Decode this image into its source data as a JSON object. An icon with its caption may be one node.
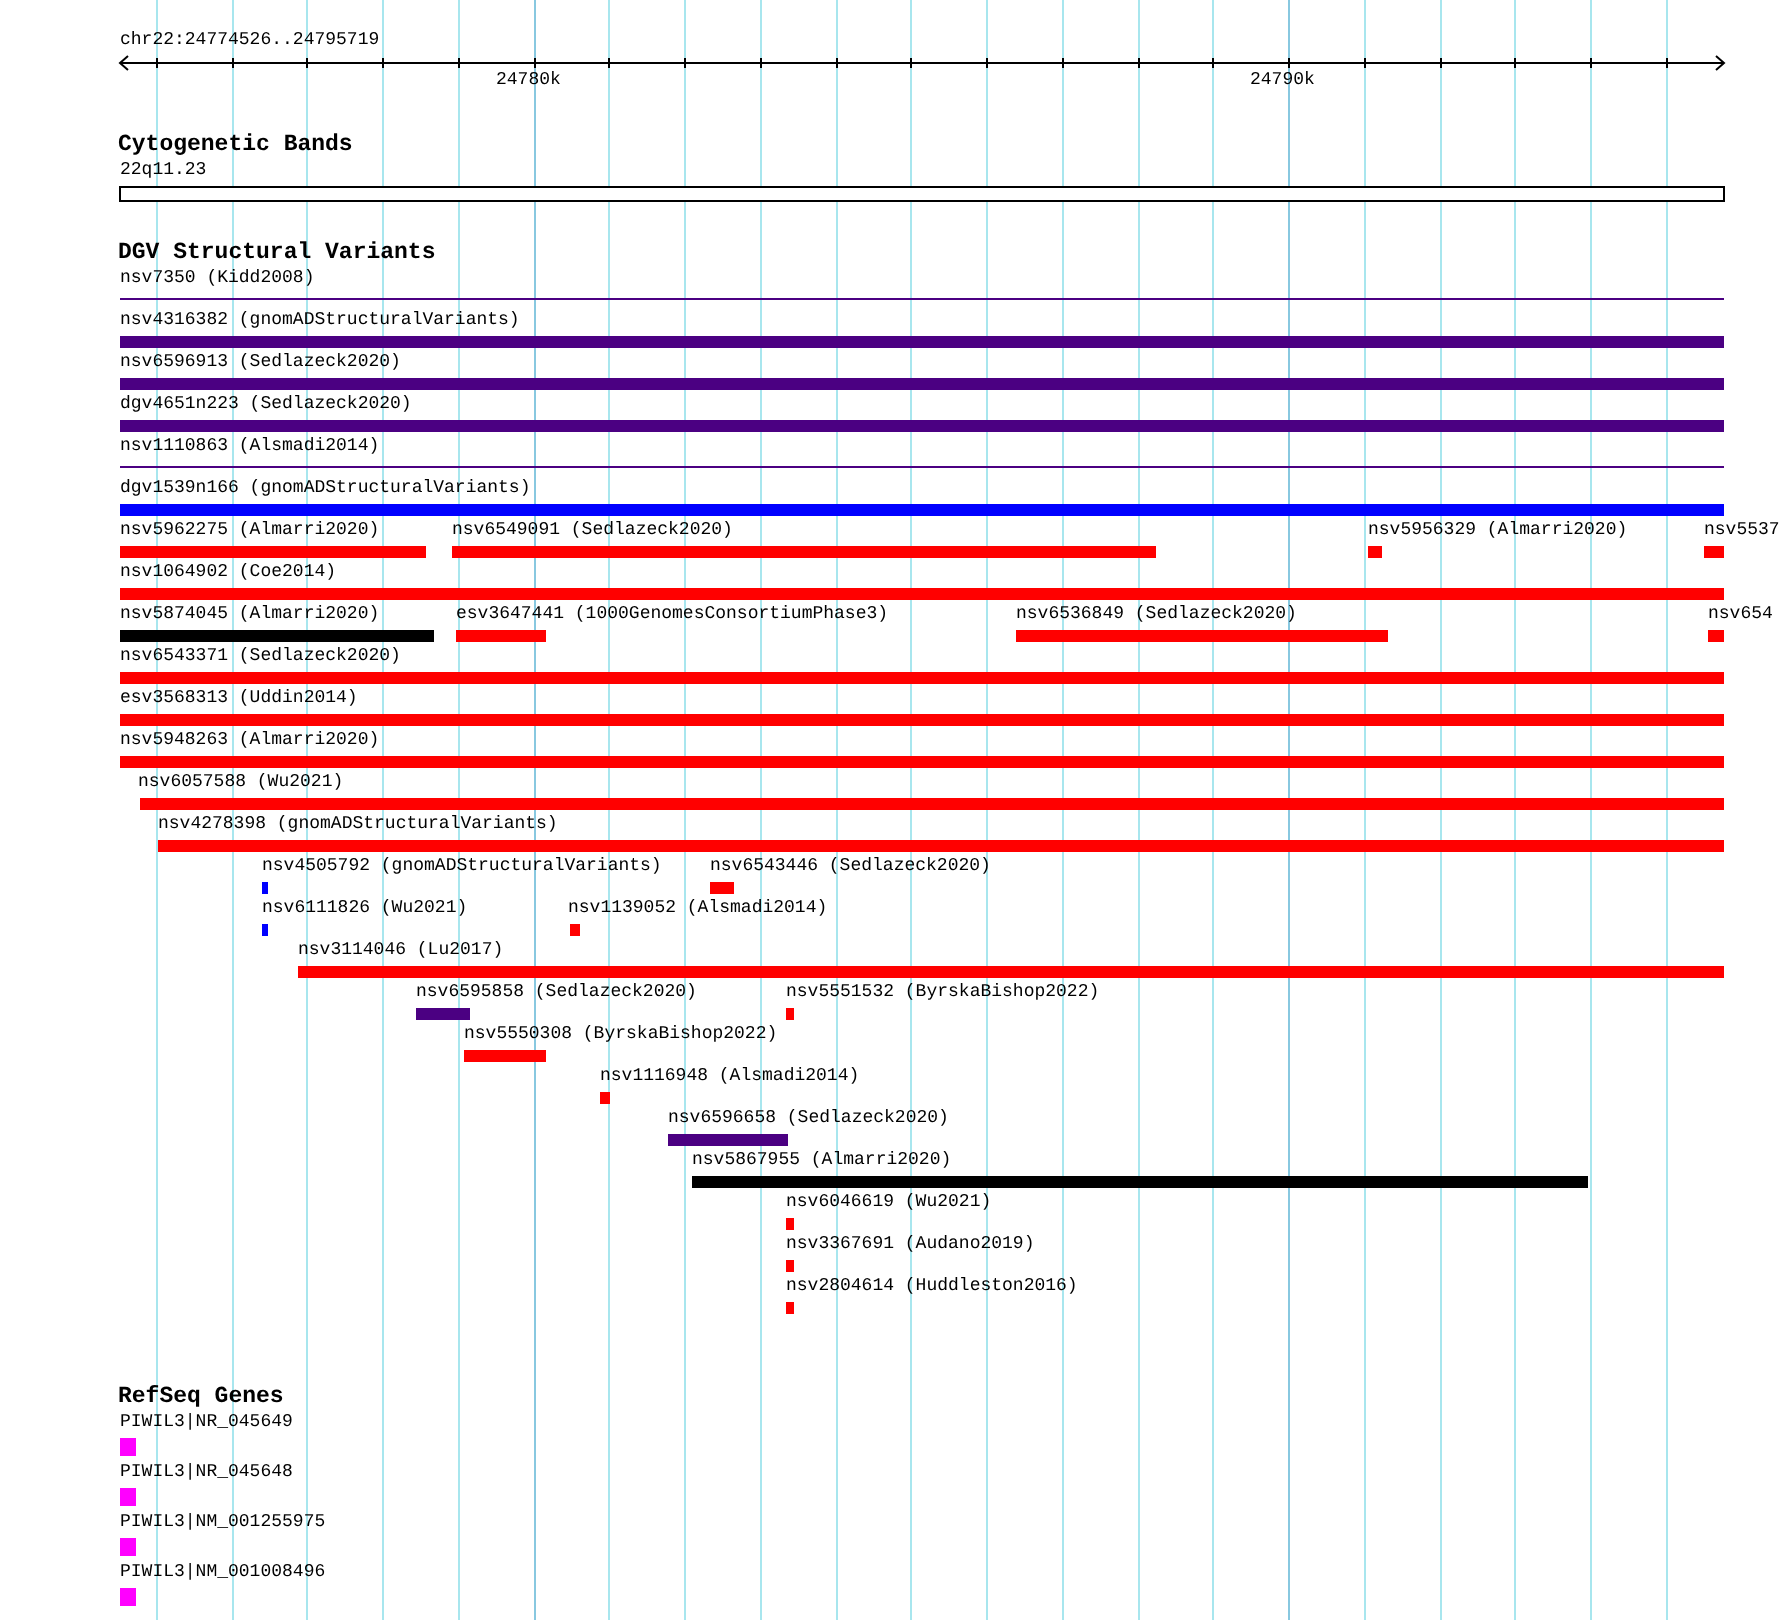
{
  "diagram": {
    "nodes": [
      {
        "text": [
          "22q11.23"
        ]
      },
      {
        "text": [
          "nsv7350 (Kidd2008)"
        ]
      },
      {
        "text": [
          "nsv4316382 (gnomADStructuralVariants)"
        ]
      },
      {
        "text": [
          "nsv6596913 (Sedlazeck2020)"
        ]
      },
      {
        "text": [
          "dgv4651n223 (Sedlazeck2020)"
        ]
      },
      {
        "text": [
          "nsv1110863 (Alsmadi2014)"
        ]
      },
      {
        "text": [
          "dgv1539n166 (gnomADStructuralVariants)"
        ]
      },
      {
        "text": [
          "nsv5962275 (Almarri2020)"
        ]
      },
      {
        "text": [
          "nsv6549091 (Sedlazeck2020)"
        ]
      },
      {
        "text": [
          "nsv5956329 (Almarri2020)"
        ]
      },
      {
        "text": [
          "nsv5537"
        ]
      },
      {
        "text": [
          "nsv1064902 (Coe2014)"
        ]
      },
      {
        "text": [
          "nsv5874045 (Almarri2020)"
        ]
      },
      {
        "text": [
          "esv3647441 (1000GenomesConsortiumPhase3)"
        ]
      },
      {
        "text": [
          "nsv6536849 (Sedlazeck2020)"
        ]
      },
      {
        "text": [
          "nsv654"
        ]
      },
      {
        "text": [
          "nsv6543371 (Sedlazeck2020)"
        ]
      },
      {
        "text": [
          "esv3568313 (Uddin2014)"
        ]
      },
      {
        "text": [
          "nsv5948263 (Almarri2020)"
        ]
      },
      {
        "text": [
          "nsv6057588 (Wu2021)"
        ]
      },
      {
        "text": [
          "nsv4278398 (gnomADStructuralVariants)"
        ]
      },
      {
        "text": [
          "nsv4505792 (gnomADStructuralVariants)"
        ]
      },
      {
        "text": [
          "nsv6543446 (Sedlazeck2020)"
        ]
      },
      {
        "text": [
          "nsv6111826 (Wu2021)"
        ]
      },
      {
        "text": [
          "nsv1139052 (Alsmadi2014)"
        ]
      },
      {
        "text": [
          "nsv3114046 (Lu2017)"
        ]
      },
      {
        "text": [
          "nsv6595858 (Sedlazeck2020)"
        ]
      },
      {
        "text": [
          "nsv5551532 (ByrskaBishop2022)"
        ]
      },
      {
        "text": [
          "nsv5550308 (ByrskaBishop2022)"
        ]
      },
      {
        "text": [
          "nsv1116948 (Alsmadi2014)"
        ]
      },
      {
        "text": [
          "nsv6596658 (Sedlazeck2020)"
        ]
      },
      {
        "text": [
          "nsv5867955 (Almarri2020)"
        ]
      },
      {
        "text": [
          "nsv6046619 (Wu2021)"
        ]
      },
      {
        "text": [
          "nsv3367691 (Audano2019)"
        ]
      },
      {
        "text": [
          "nsv2804614 (Huddleston2016)"
        ]
      },
      {
        "text": [
          "PIWIL3|NR_045649"
        ]
      },
      {
        "text": [
          "PIWIL3|NR_045648"
        ]
      },
      {
        "text": [
          "PIWIL3|NM_001255975"
        ]
      },
      {
        "text": [
          "PIWIL3|NM_001008496"
        ]
      }
    ],
    "labels": [
      "chr22:24774526..24795719",
      "24780k",
      "24790k",
      "Cytogenetic Bands",
      "DGV Structural Variants",
      "RefSeq Genes"
    ]
  }
}
